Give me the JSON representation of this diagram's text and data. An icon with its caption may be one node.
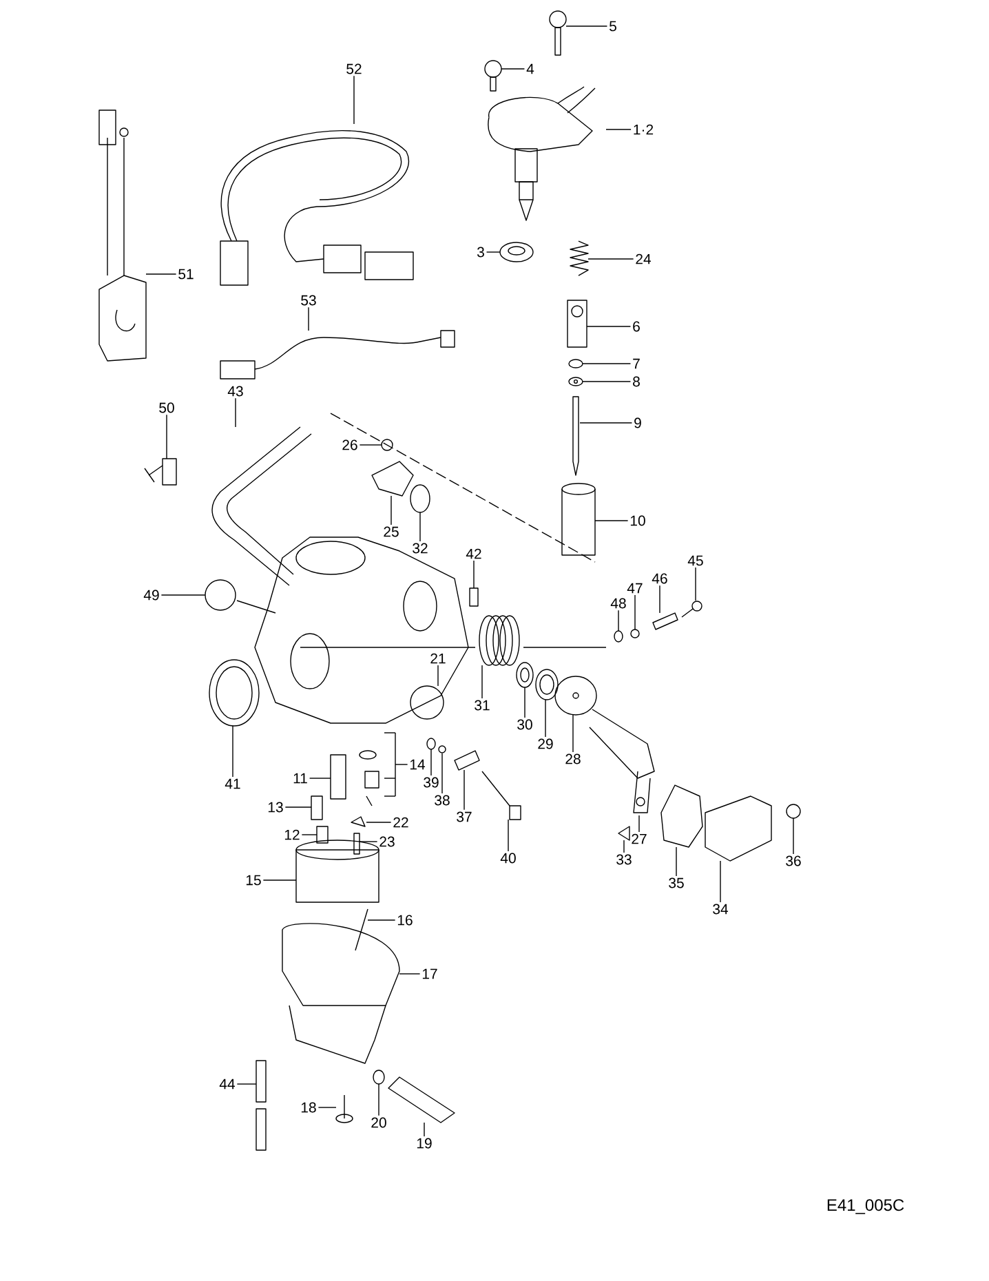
{
  "diagram": {
    "nodes": [
      {
        "text": [
          "52"
        ]
      },
      {
        "text": [
          "5"
        ]
      },
      {
        "text": [
          "4"
        ]
      },
      {
        "text": [
          "1·2"
        ]
      },
      {
        "text": [
          "51"
        ]
      },
      {
        "text": [
          "3"
        ]
      },
      {
        "text": [
          "24"
        ]
      },
      {
        "text": [
          "53"
        ]
      },
      {
        "text": [
          "6"
        ]
      },
      {
        "text": [
          "7"
        ]
      },
      {
        "text": [
          "8"
        ]
      },
      {
        "text": [
          "43"
        ]
      },
      {
        "text": [
          "50"
        ]
      },
      {
        "text": [
          "9"
        ]
      },
      {
        "text": [
          "26"
        ]
      },
      {
        "text": [
          "10"
        ]
      },
      {
        "text": [
          "25"
        ]
      },
      {
        "text": [
          "32"
        ]
      },
      {
        "text": [
          "42"
        ]
      },
      {
        "text": [
          "45"
        ]
      },
      {
        "text": [
          "46"
        ]
      },
      {
        "text": [
          "47"
        ]
      },
      {
        "text": [
          "49"
        ]
      },
      {
        "text": [
          "48"
        ]
      },
      {
        "text": [
          "21"
        ]
      },
      {
        "text": [
          "31"
        ]
      },
      {
        "text": [
          "30"
        ]
      },
      {
        "text": [
          "29"
        ]
      },
      {
        "text": [
          "28"
        ]
      },
      {
        "text": [
          "14"
        ]
      },
      {
        "text": [
          "11"
        ]
      },
      {
        "text": [
          "41"
        ]
      },
      {
        "text": [
          "39"
        ]
      },
      {
        "text": [
          "38"
        ]
      },
      {
        "text": [
          "13"
        ]
      },
      {
        "text": [
          "37"
        ]
      },
      {
        "text": [
          "22"
        ]
      },
      {
        "text": [
          "12"
        ]
      },
      {
        "text": [
          "27"
        ]
      },
      {
        "text": [
          "23"
        ]
      },
      {
        "text": [
          "40"
        ]
      },
      {
        "text": [
          "33"
        ]
      },
      {
        "text": [
          "36"
        ]
      },
      {
        "text": [
          "15"
        ]
      },
      {
        "text": [
          "35"
        ]
      },
      {
        "text": [
          "34"
        ]
      },
      {
        "text": [
          "16"
        ]
      },
      {
        "text": [
          "17"
        ]
      },
      {
        "text": [
          "44"
        ]
      },
      {
        "text": [
          "18"
        ]
      },
      {
        "text": [
          "20"
        ]
      },
      {
        "text": [
          "19"
        ]
      },
      {
        "text": [],
        "shape": "picture"
      },
      {
        "text": [],
        "shape": "picture"
      },
      {
        "text": [],
        "shape": "picture"
      },
      {
        "text": [],
        "shape": "picture"
      },
      {
        "text": [],
        "shape": "picture"
      },
      {
        "text": [],
        "shape": "picture"
      },
      {
        "text": [],
        "shape": "picture"
      },
      {
        "text": [],
        "shape": "picture"
      },
      {
        "text": [],
        "shape": "picture"
      },
      {
        "text": [],
        "shape": "picture"
      },
      {
        "text": [],
        "shape": "picture"
      },
      {
        "text": [],
        "shape": "picture"
      },
      {
        "text": [],
        "shape": "picture"
      },
      {
        "text": [],
        "shape": "picture"
      },
      {
        "text": [],
        "shape": "circle"
      },
      {
        "text": [],
        "shape": "picture"
      },
      {
        "text": [],
        "shape": "picture"
      },
      {
        "text": [],
        "shape": "picture"
      },
      {
        "text": [],
        "shape": "box"
      },
      {
        "text": [],
        "shape": "picture"
      },
      {
        "text": [],
        "shape": "picture"
      },
      {
        "text": [],
        "shape": "picture"
      },
      {
        "text": [],
        "shape": "circle"
      },
      {
        "text": [],
        "shape": "picture"
      },
      {
        "text": [],
        "shape": "circle"
      },
      {
        "text": [],
        "shape": "picture"
      },
      {
        "text": [],
        "shape": "picture"
      },
      {
        "text": [],
        "shape": "picture"
      },
      {
        "text": [],
        "shape": "picture"
      },
      {
        "text": [],
        "shape": "picture"
      },
      {
        "text": [],
        "shape": "box"
      },
      {
        "text": [],
        "shape": "picture"
      },
      {
        "text": [],
        "shape": "picture"
      },
      {
        "text": [],
        "shape": "picture"
      },
      {
        "text": [],
        "shape": "box"
      },
      {
        "text": [],
        "shape": "picture"
      },
      {
        "text": [],
        "shape": "picture"
      },
      {
        "text": [],
        "shape": "box"
      },
      {
        "text": [],
        "shape": "picture"
      },
      {
        "text": [],
        "shape": "picture"
      },
      {
        "text": [],
        "shape": "picture"
      },
      {
        "text": [],
        "shape": "picture"
      },
      {
        "text": [],
        "shape": "circle"
      },
      {
        "text": [],
        "shape": "cylinder"
      },
      {
        "text": [],
        "shape": "picture"
      },
      {
        "text": [],
        "shape": "picture"
      },
      {
        "text": [],
        "shape": "picture"
      },
      {
        "text": [],
        "shape": "picture"
      },
      {
        "text": [],
        "shape": "picture"
      },
      {
        "text": [],
        "shape": "picture"
      },
      {
        "text": [],
        "shape": "picture"
      },
      {
        "text": [],
        "shape": "picture"
      }
    ],
    "edges": [
      {
        "from": 0,
        "to": 52,
        "arrow": "none"
      },
      {
        "from": 1,
        "to": 53,
        "arrow": "none"
      },
      {
        "from": 2,
        "to": 54,
        "arrow": "none"
      },
      {
        "from": 3,
        "to": 55,
        "arrow": "none"
      },
      {
        "from": 4,
        "to": 56,
        "arrow": "none"
      },
      {
        "from": 5,
        "to": 57,
        "arrow": "none"
      },
      {
        "from": 6,
        "to": 58,
        "arrow": "none"
      },
      {
        "from": 7,
        "to": 59,
        "arrow": "none"
      },
      {
        "from": 8,
        "to": 60,
        "arrow": "none"
      },
      {
        "from": 9,
        "to": 61,
        "arrow": "none"
      },
      {
        "from": 10,
        "to": 62,
        "arrow": "none"
      },
      {
        "from": 11,
        "to": 63,
        "arrow": "none"
      },
      {
        "from": 12,
        "to": 64,
        "arrow": "none"
      },
      {
        "from": 13,
        "to": 65,
        "arrow": "none"
      },
      {
        "from": 14,
        "to": 66,
        "arrow": "none"
      },
      {
        "from": 15,
        "to": 67,
        "arrow": "none"
      },
      {
        "from": 16,
        "to": 68,
        "arrow": "none"
      },
      {
        "from": 17,
        "to": 69,
        "arrow": "none"
      },
      {
        "from": 18,
        "to": 70,
        "arrow": "none"
      },
      {
        "from": 19,
        "to": 71,
        "arrow": "none"
      },
      {
        "from": 20,
        "to": 72,
        "arrow": "none"
      },
      {
        "from": 21,
        "to": 73,
        "arrow": "none"
      },
      {
        "from": 22,
        "to": 74,
        "arrow": "none"
      },
      {
        "from": 23,
        "to": 75,
        "arrow": "none"
      },
      {
        "from": 24,
        "to": 76,
        "arrow": "none"
      },
      {
        "from": 25,
        "to": 77,
        "arrow": "none"
      },
      {
        "from": 26,
        "to": 78,
        "arrow": "none"
      },
      {
        "from": 27,
        "to": 79,
        "arrow": "none"
      },
      {
        "from": 28,
        "to": 80,
        "arrow": "none"
      },
      {
        "from": 29,
        "to": 81,
        "arrow": "none"
      },
      {
        "from": 30,
        "to": 82,
        "arrow": "none"
      },
      {
        "from": 31,
        "to": 83,
        "arrow": "none"
      },
      {
        "from": 32,
        "to": 84,
        "arrow": "none"
      },
      {
        "from": 33,
        "to": 85,
        "arrow": "none"
      },
      {
        "from": 34,
        "to": 86,
        "arrow": "none"
      },
      {
        "from": 35,
        "to": 87,
        "arrow": "none"
      },
      {
        "from": 36,
        "to": 88,
        "arrow": "none"
      },
      {
        "from": 37,
        "to": 89,
        "arrow": "none"
      },
      {
        "from": 38,
        "to": 90,
        "arrow": "none"
      },
      {
        "from": 39,
        "to": 91,
        "arrow": "none"
      },
      {
        "from": 40,
        "to": 92,
        "arrow": "none"
      },
      {
        "from": 41,
        "to": 93,
        "arrow": "none"
      },
      {
        "from": 42,
        "to": 94,
        "arrow": "none"
      },
      {
        "from": 43,
        "to": 95,
        "arrow": "none"
      },
      {
        "from": 44,
        "to": 96,
        "arrow": "none"
      },
      {
        "from": 45,
        "to": 97,
        "arrow": "none"
      },
      {
        "from": 46,
        "to": 98,
        "arrow": "none"
      },
      {
        "from": 47,
        "to": 99,
        "arrow": "none"
      },
      {
        "from": 48,
        "to": 100,
        "arrow": "none"
      },
      {
        "from": 49,
        "to": 101,
        "arrow": "none"
      },
      {
        "from": 50,
        "to": 102,
        "arrow": "none"
      },
      {
        "from": 51,
        "to": 103,
        "arrow": "none"
      }
    ],
    "labels": [
      "E41_005C"
    ]
  }
}
